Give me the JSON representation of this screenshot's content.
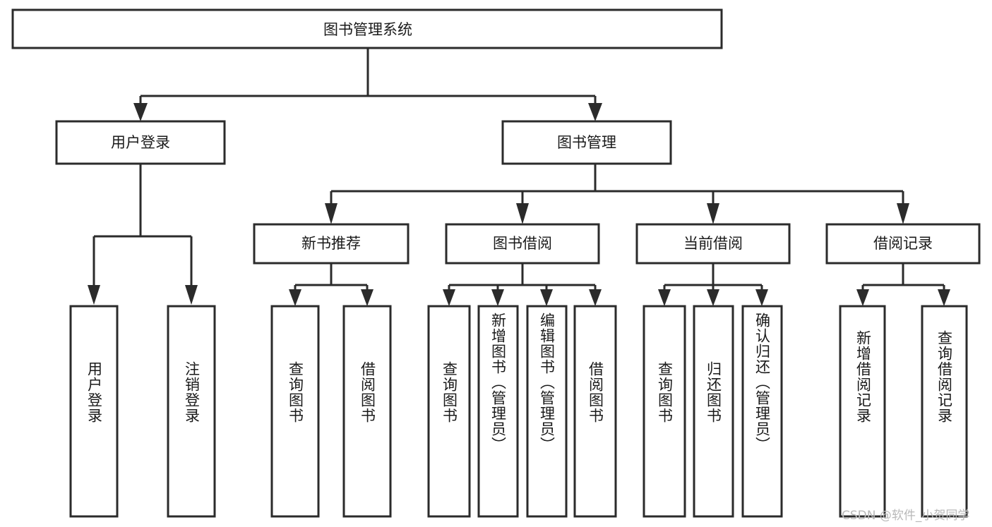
{
  "diagram": {
    "title": "图书管理系统",
    "watermark": "CSDN @软件_小贺同学",
    "root": {
      "label": "图书管理系统"
    },
    "level1": [
      {
        "label": "用户登录"
      },
      {
        "label": "图书管理"
      }
    ],
    "level2": [
      {
        "label": "新书推荐"
      },
      {
        "label": "图书借阅"
      },
      {
        "label": "当前借阅"
      },
      {
        "label": "借阅记录"
      }
    ],
    "leaves": [
      {
        "label": "用户登录"
      },
      {
        "label": "注销登录"
      },
      {
        "label": "查询图书"
      },
      {
        "label": "借阅图书"
      },
      {
        "label": "查询图书"
      },
      {
        "label": "新增图书（管理员）"
      },
      {
        "label": "编辑图书（管理员）"
      },
      {
        "label": "借阅图书"
      },
      {
        "label": "查询图书"
      },
      {
        "label": "归还图书"
      },
      {
        "label": "确认归还（管理员）"
      },
      {
        "label": "新增借阅记录"
      },
      {
        "label": "查询借阅记录"
      }
    ],
    "colors": {
      "stroke": "#2b2b2b",
      "fill": "#ffffff",
      "text": "#1a1a1a",
      "watermark": "#b9b9b9"
    }
  },
  "chart_data": {
    "type": "diagram",
    "title": "图书管理系统",
    "nodes": [
      {
        "id": "root",
        "label": "图书管理系统",
        "level": 0
      },
      {
        "id": "l1-0",
        "label": "用户登录",
        "level": 1
      },
      {
        "id": "l1-1",
        "label": "图书管理",
        "level": 1
      },
      {
        "id": "l2-0",
        "label": "新书推荐",
        "level": 2
      },
      {
        "id": "l2-1",
        "label": "图书借阅",
        "level": 2
      },
      {
        "id": "l2-2",
        "label": "当前借阅",
        "level": 2
      },
      {
        "id": "l2-3",
        "label": "借阅记录",
        "level": 2
      },
      {
        "id": "l3-0",
        "label": "用户登录",
        "level": 3
      },
      {
        "id": "l3-1",
        "label": "注销登录",
        "level": 3
      },
      {
        "id": "l3-2",
        "label": "查询图书",
        "level": 3
      },
      {
        "id": "l3-3",
        "label": "借阅图书",
        "level": 3
      },
      {
        "id": "l3-4",
        "label": "查询图书",
        "level": 3
      },
      {
        "id": "l3-5",
        "label": "新增图书（管理员）",
        "level": 3
      },
      {
        "id": "l3-6",
        "label": "编辑图书（管理员）",
        "level": 3
      },
      {
        "id": "l3-7",
        "label": "借阅图书",
        "level": 3
      },
      {
        "id": "l3-8",
        "label": "查询图书",
        "level": 3
      },
      {
        "id": "l3-9",
        "label": "归还图书",
        "level": 3
      },
      {
        "id": "l3-10",
        "label": "确认归还（管理员）",
        "level": 3
      },
      {
        "id": "l3-11",
        "label": "新增借阅记录",
        "level": 3
      },
      {
        "id": "l3-12",
        "label": "查询借阅记录",
        "level": 3
      }
    ],
    "edges": [
      {
        "from": "root",
        "to": "l1-0"
      },
      {
        "from": "root",
        "to": "l1-1"
      },
      {
        "from": "l1-0",
        "to": "l3-0"
      },
      {
        "from": "l1-0",
        "to": "l3-1"
      },
      {
        "from": "l1-1",
        "to": "l2-0"
      },
      {
        "from": "l1-1",
        "to": "l2-1"
      },
      {
        "from": "l1-1",
        "to": "l2-2"
      },
      {
        "from": "l1-1",
        "to": "l2-3"
      },
      {
        "from": "l2-0",
        "to": "l3-2"
      },
      {
        "from": "l2-0",
        "to": "l3-3"
      },
      {
        "from": "l2-1",
        "to": "l3-4"
      },
      {
        "from": "l2-1",
        "to": "l3-5"
      },
      {
        "from": "l2-1",
        "to": "l3-6"
      },
      {
        "from": "l2-1",
        "to": "l3-7"
      },
      {
        "from": "l2-2",
        "to": "l3-8"
      },
      {
        "from": "l2-2",
        "to": "l3-9"
      },
      {
        "from": "l2-2",
        "to": "l3-10"
      },
      {
        "from": "l2-3",
        "to": "l3-11"
      },
      {
        "from": "l2-3",
        "to": "l3-12"
      }
    ]
  }
}
